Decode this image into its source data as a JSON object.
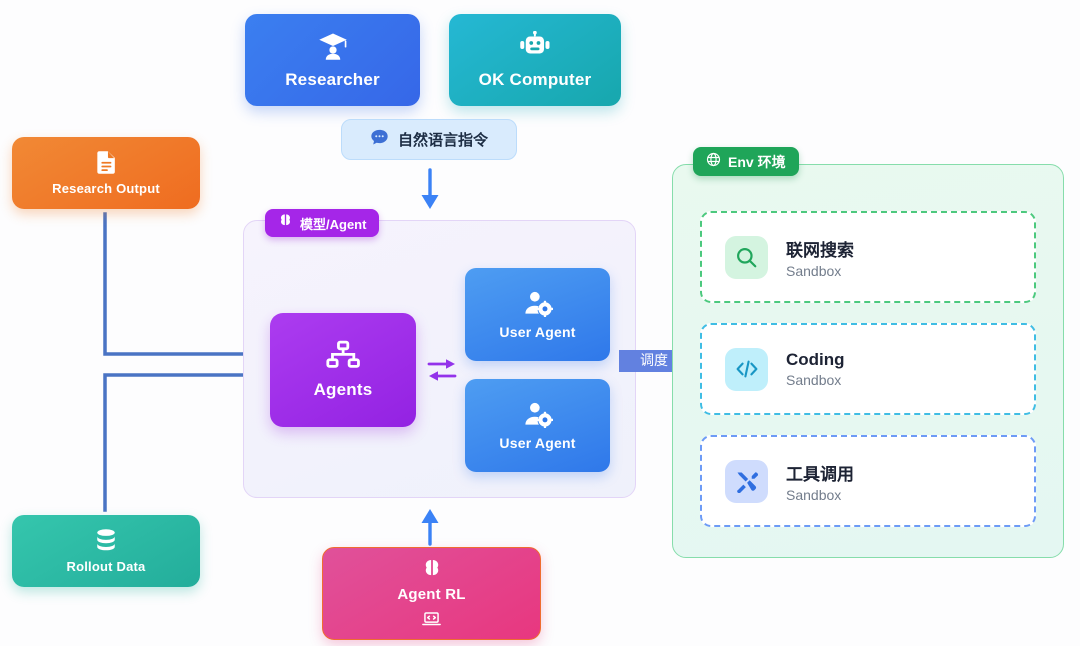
{
  "diagram": {
    "title_roles": {
      "researcher": {
        "label": "Researcher",
        "icon": "graduation-cap-icon",
        "color": "#3667e8"
      },
      "ok_computer": {
        "label": "OK Computer",
        "icon": "robot-icon",
        "color": "#17a7ad"
      }
    },
    "instruction": {
      "label": "自然语言指令",
      "icon": "chat-bubble-icon",
      "color": "#d9ebfd"
    },
    "outputs": {
      "research_output": {
        "label": "Research Output",
        "icon": "document-icon",
        "color": "#ef6c20"
      },
      "rollout_data": {
        "label": "Rollout Data",
        "icon": "database-icon",
        "color": "#23ad9b"
      }
    },
    "agent_area": {
      "badge": {
        "label": "模型/Agent",
        "icon": "brain-icon",
        "color": "#a526e8"
      },
      "agents": {
        "label": "Agents",
        "icon": "sitemap-icon",
        "color": "#9322e2"
      },
      "user_agents": [
        {
          "label": "User Agent",
          "icon": "user-gear-icon",
          "color": "#2f78ea"
        },
        {
          "label": "User Agent",
          "icon": "user-gear-icon",
          "color": "#2f78ea"
        }
      ],
      "exchange_icon": "bidirectional-arrows-icon"
    },
    "agent_rl": {
      "label": "Agent RL",
      "icon": "brain-icon",
      "foot_icon": "laptop-code-icon",
      "color": "#e8377f"
    },
    "env": {
      "badge": {
        "label": "Env 环境",
        "icon": "globe-icon",
        "color": "#1fa559"
      },
      "cards": [
        {
          "title": "联网搜索",
          "subtitle": "Sandbox",
          "icon": "search-icon",
          "border_color": "#4cc97e",
          "tile_color": "#d4f4e0",
          "icon_color": "#21a65c"
        },
        {
          "title": "Coding",
          "subtitle": "Sandbox",
          "icon": "code-brackets-icon",
          "border_color": "#3fbde4",
          "tile_color": "#bfeffb",
          "icon_color": "#1896c4"
        },
        {
          "title": "工具调用",
          "subtitle": "Sandbox",
          "icon": "tools-icon",
          "border_color": "#6d9bf6",
          "tile_color": "#cfdcfd",
          "icon_color": "#2f6ee0"
        }
      ]
    },
    "schedule_arrow": {
      "label": "调度",
      "color": "#6281e0"
    },
    "connector_color": "#4a74c4",
    "down_arrow_color": "#3b82f6"
  }
}
